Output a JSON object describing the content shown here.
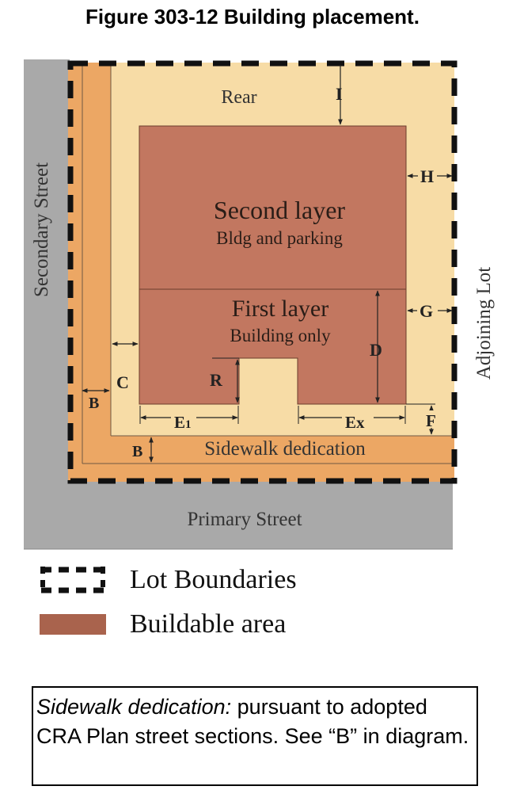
{
  "title": "Figure 303-12 Building placement.",
  "labels": {
    "secondary_street": "Secondary Street",
    "primary_street": "Primary Street",
    "adjoining_lot": "Adjoining Lot",
    "rear": "Rear",
    "second_layer": "Second layer",
    "second_layer_sub": "Bldg and parking",
    "first_layer": "First layer",
    "first_layer_sub": "Building only",
    "sidewalk_dedication": "Sidewalk dedication"
  },
  "dimensions": {
    "I": "I",
    "H": "H",
    "G": "G",
    "D": "D",
    "R": "R",
    "C": "C",
    "B_side": "B",
    "B_bottom": "B",
    "E1": "E",
    "E1_sub": "1",
    "Ex": "Ex",
    "F": "F"
  },
  "legend": {
    "lot_boundaries": "Lot Boundaries",
    "buildable_area": "Buildable area"
  },
  "note": {
    "term": "Sidewalk dedication:",
    "text": " pursuant to adopted CRA Plan street sections. See “B” in diagram."
  },
  "colors": {
    "street": "#a9a9a9",
    "lot": "#f7dca6",
    "sidewalk": "#eca764",
    "buildable": "#c27760",
    "legend_swatch": "#a9634d"
  }
}
